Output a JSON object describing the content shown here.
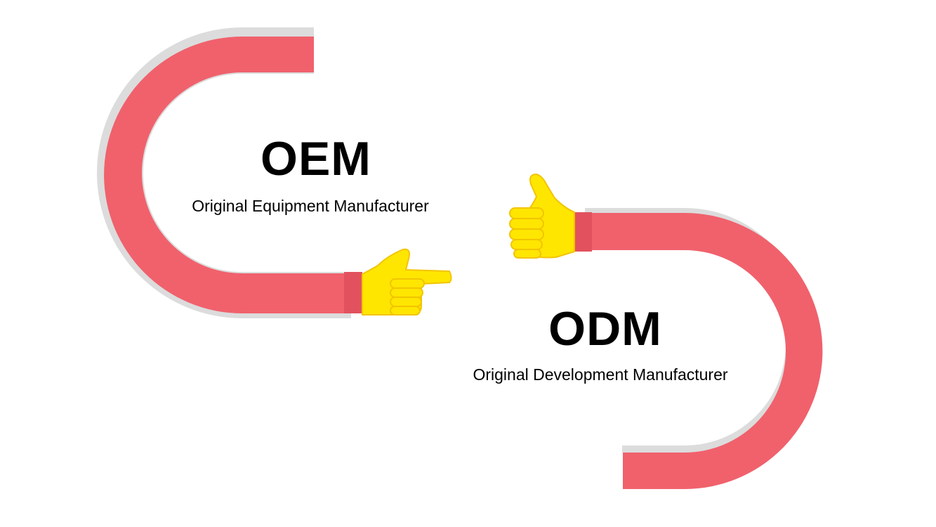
{
  "oem": {
    "acronym": "OEM",
    "full_name": "Original Equipment Manufacturer"
  },
  "odm": {
    "acronym": "ODM",
    "full_name": "Original Development Manufacturer"
  },
  "colors": {
    "arm": "#f0616c",
    "cuff": "#e2525e",
    "arm_shadow": "#dcdcdc",
    "hand": "#ffe600",
    "hand_outline": "#f2c400",
    "text": "#000000",
    "background": "#ffffff"
  }
}
